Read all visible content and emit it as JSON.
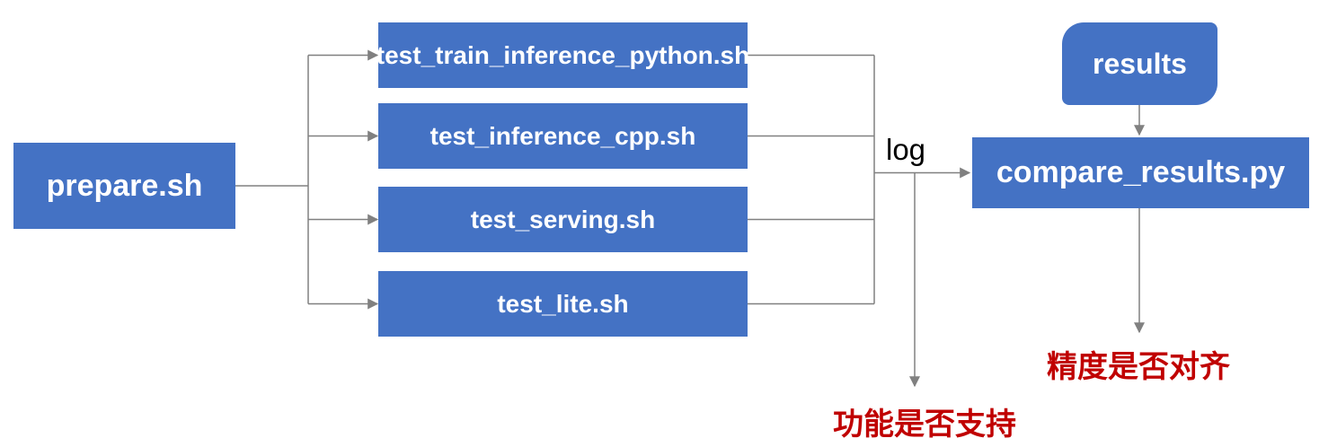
{
  "diagram": {
    "nodes": {
      "prepare": "prepare.sh",
      "tests": [
        "test_train_inference_python.sh",
        "test_inference_cpp.sh",
        "test_serving.sh",
        "test_lite.sh"
      ],
      "results": "results",
      "compare": "compare_results.py"
    },
    "edge_labels": {
      "log": "log"
    },
    "annotations": {
      "feature_support": "功能是否支持",
      "accuracy_aligned": "精度是否对齐"
    },
    "colors": {
      "node_fill": "#4472C4",
      "node_text": "#FFFFFF",
      "connector": "#808080",
      "edge_label_text": "#000000",
      "annotation_text": "#C00000",
      "background": "#FFFFFF"
    }
  }
}
